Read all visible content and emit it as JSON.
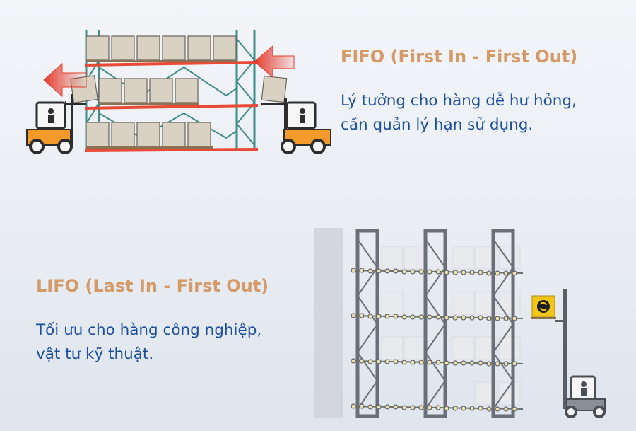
{
  "fifo": {
    "title": "FIFO (First In - First Out)",
    "description_lines": [
      "Lý tưởng cho hàng dễ hư hỏng,",
      "cần quản lý hạn sử dụng."
    ]
  },
  "lifo": {
    "title": "LIFO (Last In - First Out)",
    "description_lines": [
      "Tối ưu cho hàng công nghiệp,",
      "vật tư kỹ thuật."
    ]
  },
  "colors": {
    "title_accent": "#d49a68",
    "text_blue": "#1c4f9e",
    "rack_teal": "#3f8c88",
    "beam_red": "#e84a35",
    "forklift_orange": "#f39a2b",
    "box_tan": "#d9d2c3",
    "arrow_red": "#e53b2c",
    "lifo_frame": "#6b7078",
    "sign_yellow": "#f2c619"
  },
  "icons": [
    "forklift-icon",
    "exit-arrow-icon",
    "box-icon",
    "rotation-sign-icon"
  ]
}
